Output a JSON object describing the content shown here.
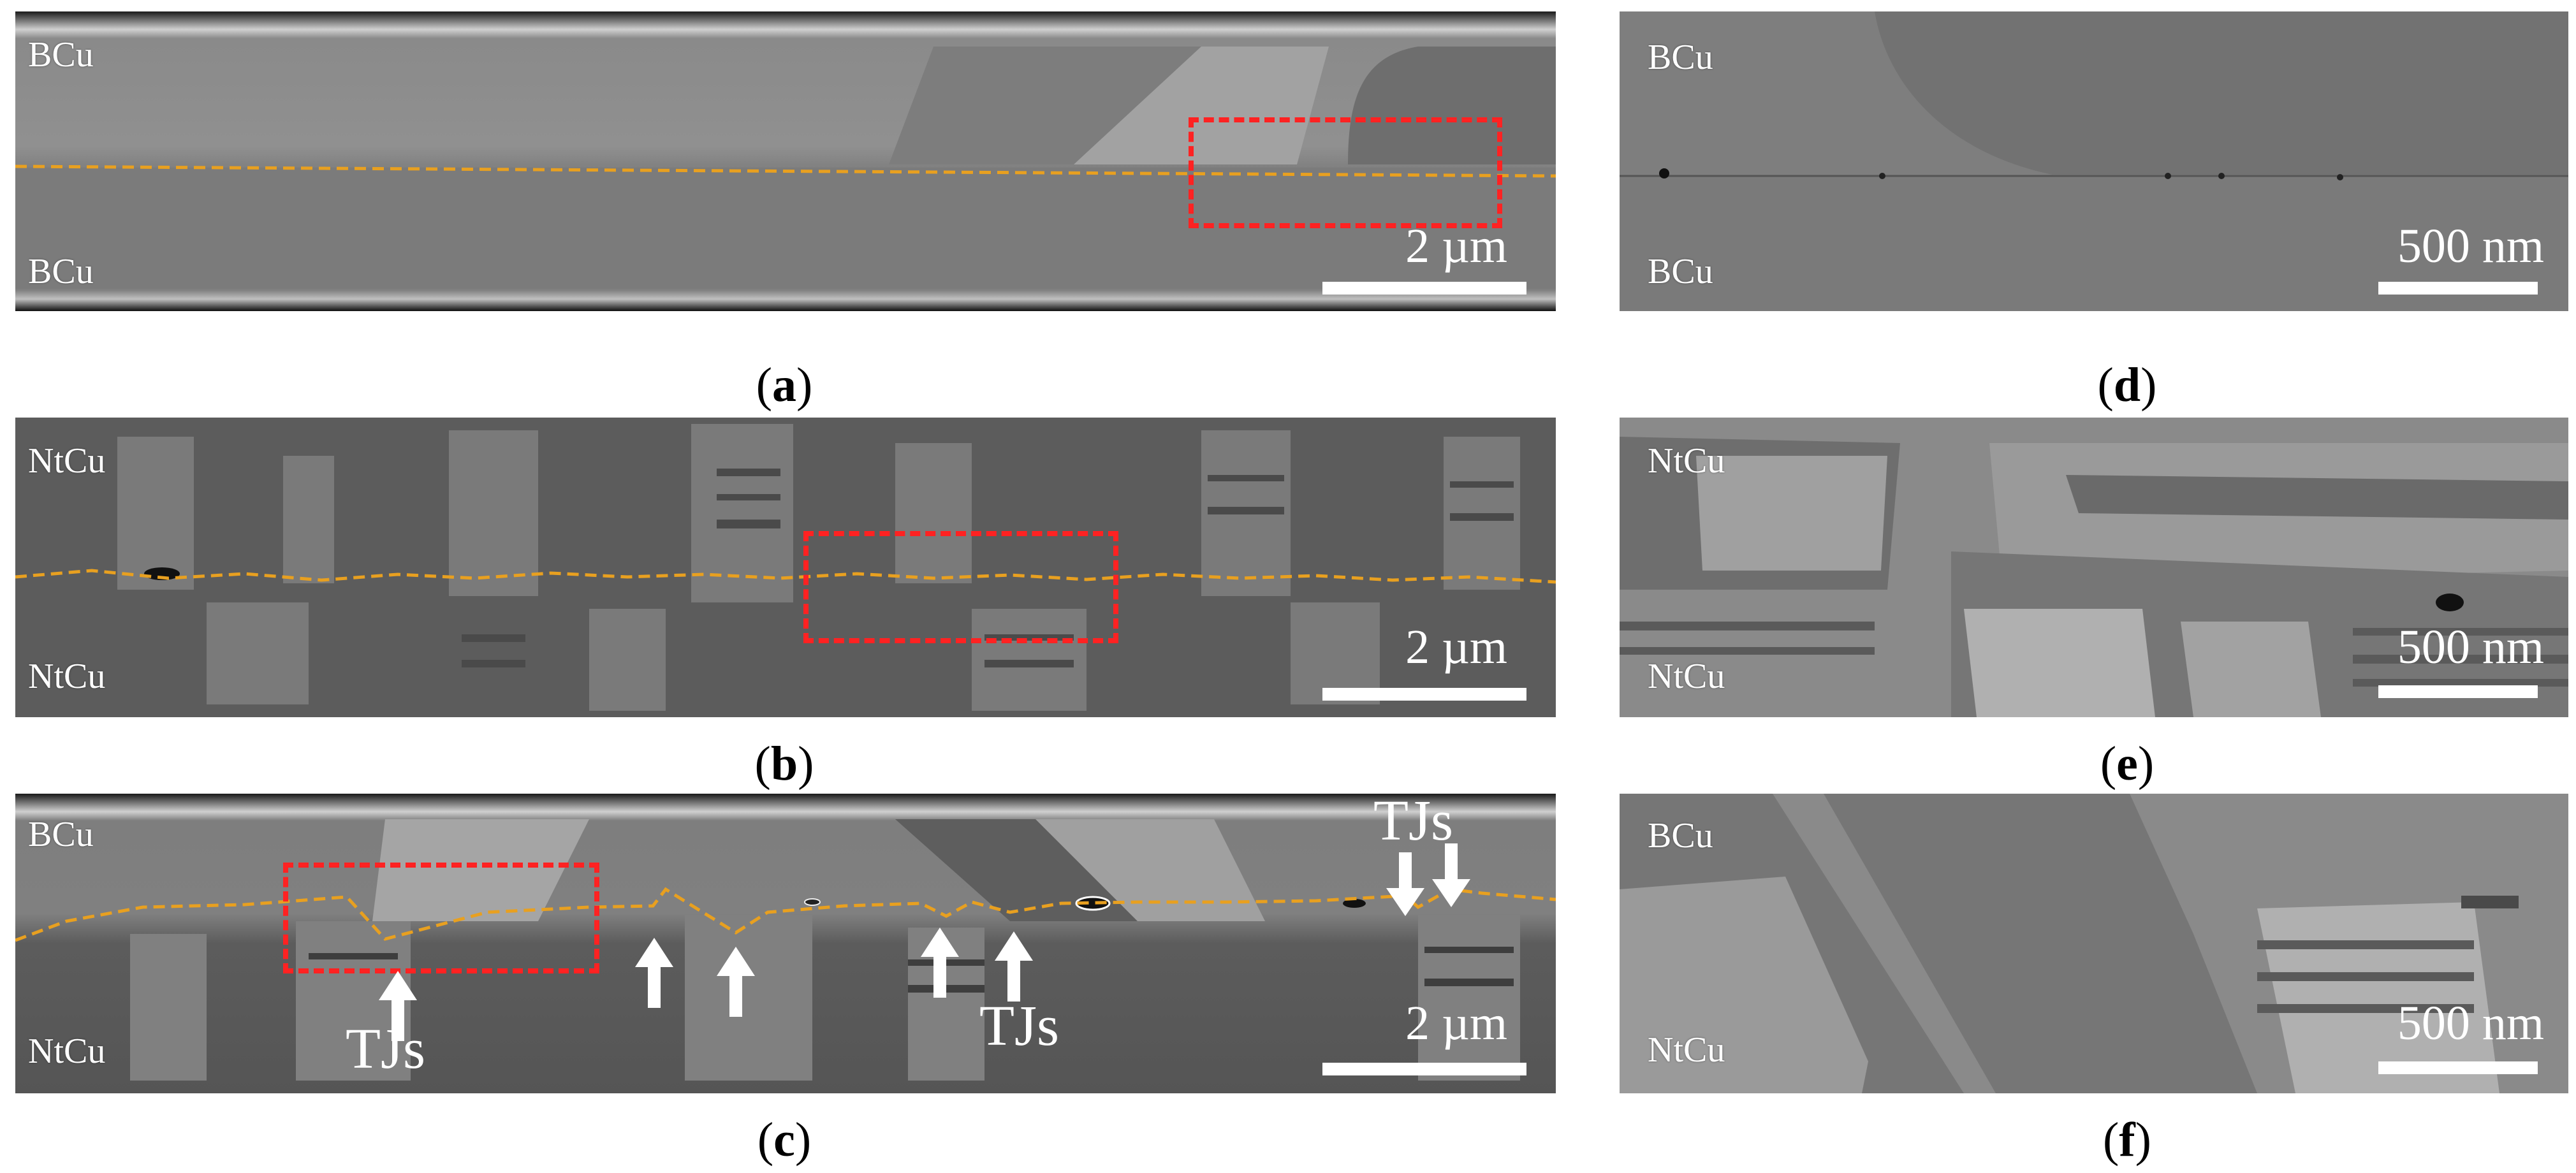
{
  "figure": {
    "panels": [
      {
        "id": "a",
        "caption": "a",
        "top_label": "BCu",
        "bottom_label": "BCu",
        "scale_label": "2 µm"
      },
      {
        "id": "b",
        "caption": "b",
        "top_label": "NtCu",
        "bottom_label": "NtCu",
        "scale_label": "2 µm"
      },
      {
        "id": "c",
        "caption": "c",
        "top_label": "BCu",
        "bottom_label": "NtCu",
        "scale_label": "2 µm"
      },
      {
        "id": "d",
        "caption": "d",
        "top_label": "BCu",
        "bottom_label": "BCu",
        "scale_label": "500 nm"
      },
      {
        "id": "e",
        "caption": "e",
        "top_label": "NtCu",
        "bottom_label": "NtCu",
        "scale_label": "500 nm"
      },
      {
        "id": "f",
        "caption": "f",
        "top_label": "BCu",
        "bottom_label": "NtCu",
        "scale_label": "500 nm"
      }
    ],
    "annotations": {
      "tj_label_1": "TJs",
      "tj_label_2": "TJs",
      "tj_label_3": "TJs"
    },
    "colors": {
      "interface_line": "#e8a020",
      "roi_box": "#ff2222",
      "arrow": "#ffffff"
    },
    "icons": [
      "arrow-down-icon",
      "arrow-up-icon"
    ]
  }
}
